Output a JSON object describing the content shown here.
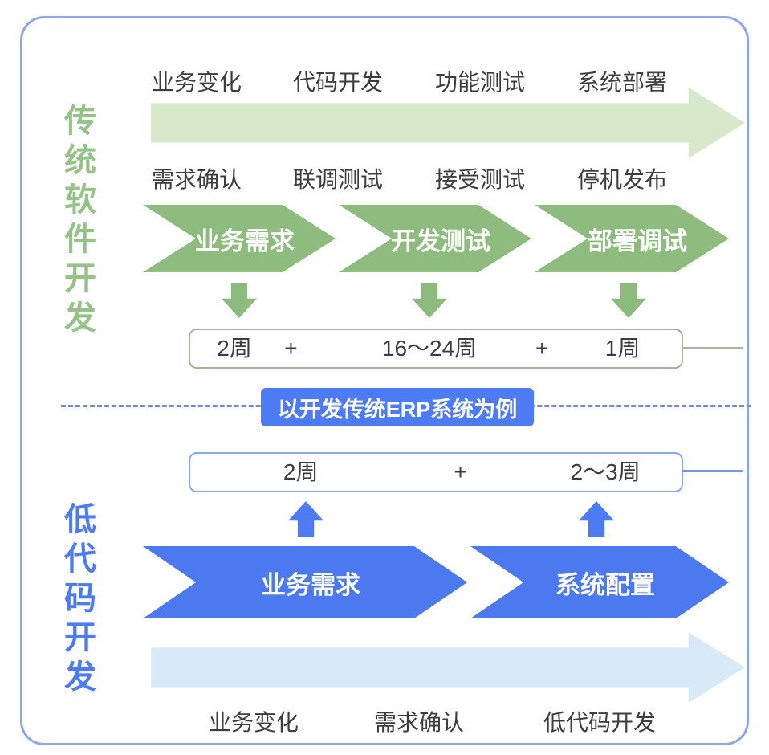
{
  "divider": {
    "example_label": "以开发传统ERP系统为例"
  },
  "traditional": {
    "title": "传统软件开发",
    "top_labels": [
      "业务变化",
      "代码开发",
      "功能测试",
      "系统部署"
    ],
    "mid_labels": [
      "需求确认",
      "联调测试",
      "接受测试",
      "停机发布"
    ],
    "stages": [
      "业务需求",
      "开发测试",
      "部署调试"
    ],
    "duration_items": [
      "2周",
      "+",
      "16～24周",
      "+",
      "1周"
    ]
  },
  "lowcode": {
    "title": "低代码开发",
    "duration_items": [
      "2周",
      "+",
      "2～3周"
    ],
    "stages": [
      "业务需求",
      "系统配置"
    ],
    "bottom_labels": [
      "业务变化",
      "需求确认",
      "低代码开发"
    ]
  },
  "colors": {
    "card_border": "#8fa6ee",
    "green_title": "#95c287",
    "green_chevron": "#8dbc7e",
    "green_banner": "#d8e9cb",
    "green_box_border": "#a4b496",
    "blue_accent": "#4d7bf3",
    "blue_chevron": "#4c79f0",
    "blue_banner": "#d8e9f8",
    "blue_box_border": "#8aa6ee",
    "dashed_divider": "#6c8ae6",
    "text": "#3d3d3d"
  }
}
